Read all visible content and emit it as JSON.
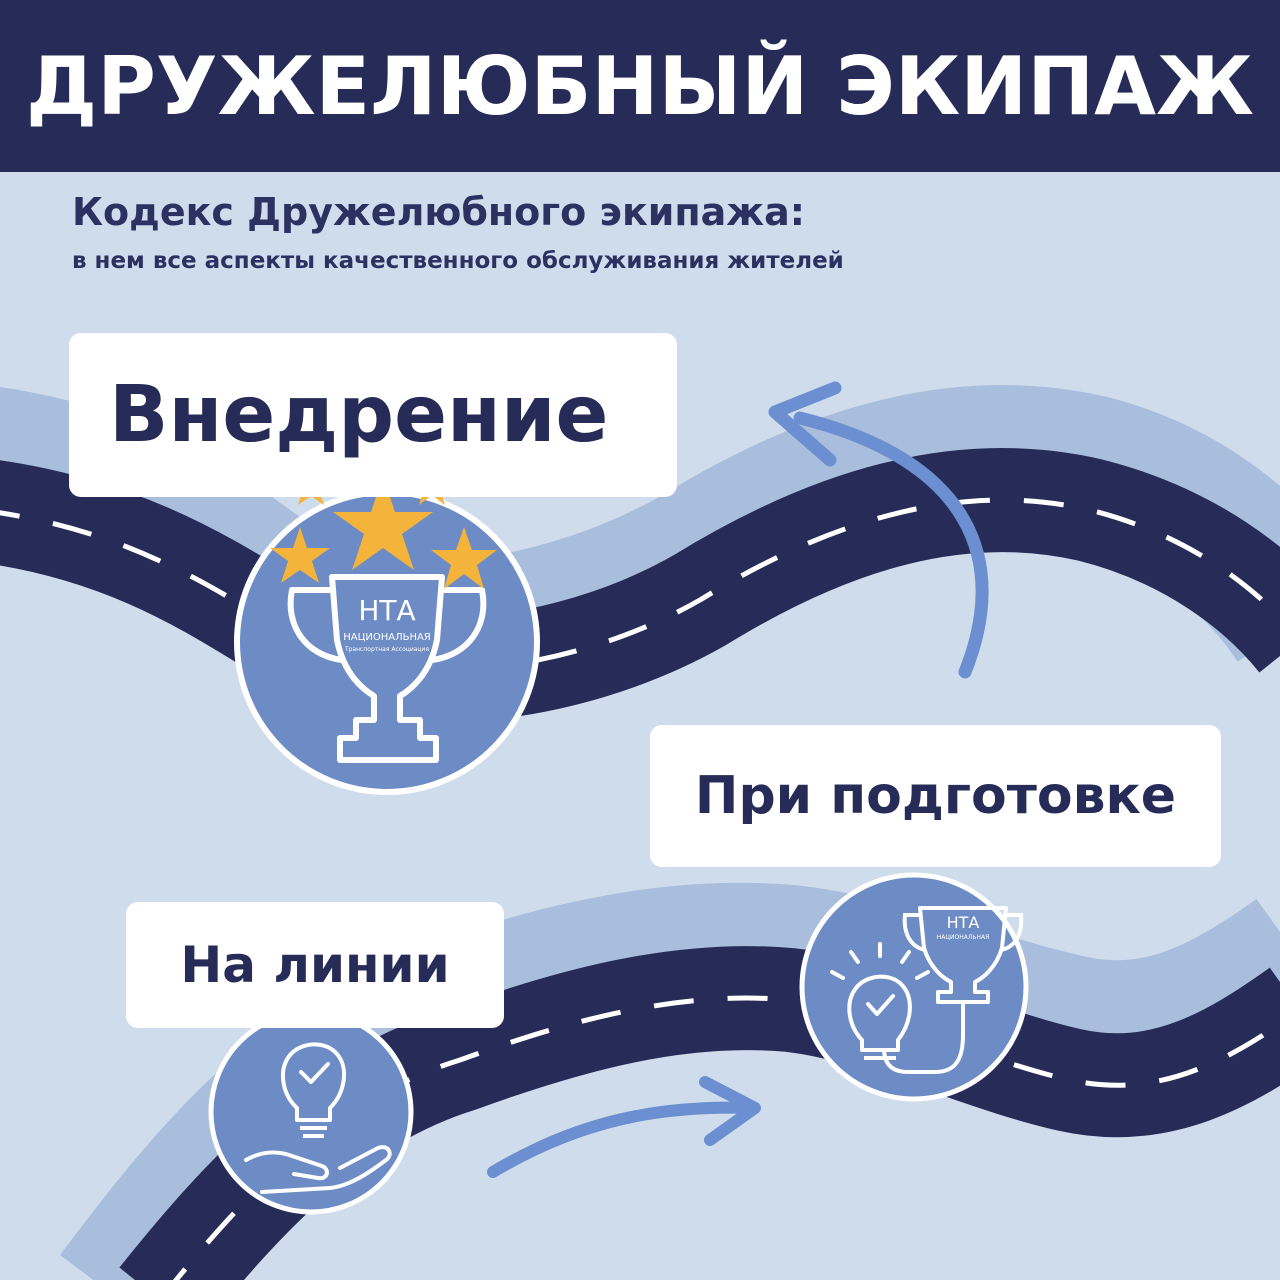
{
  "header": {
    "title": "ДРУЖЕЛЮБНЫЙ ЭКИПАЖ"
  },
  "intro": {
    "heading": "Кодекс Дружелюбного экипажа:",
    "subheading": "в нем все аспекты качественного обслуживания жителей"
  },
  "stages": [
    {
      "label": "Внедрение",
      "icon": "trophy-with-stars-icon"
    },
    {
      "label": "При подготовке",
      "icon": "lightbulb-to-trophy-icon"
    },
    {
      "label": "На линии",
      "icon": "lightbulb-in-hand-icon"
    }
  ],
  "logo": {
    "abbr": "НТА",
    "line1": "НАЦИОНАЛЬНАЯ",
    "line2": "Транспортная Ассоциация"
  },
  "colors": {
    "navy": "#262c57",
    "background": "#cfdcec",
    "road_shadow": "#a9bedd",
    "circle_blue": "#6d8cc5",
    "arrow_blue": "#6b8fd0",
    "star_gold": "#f4b33a",
    "white": "#ffffff"
  }
}
